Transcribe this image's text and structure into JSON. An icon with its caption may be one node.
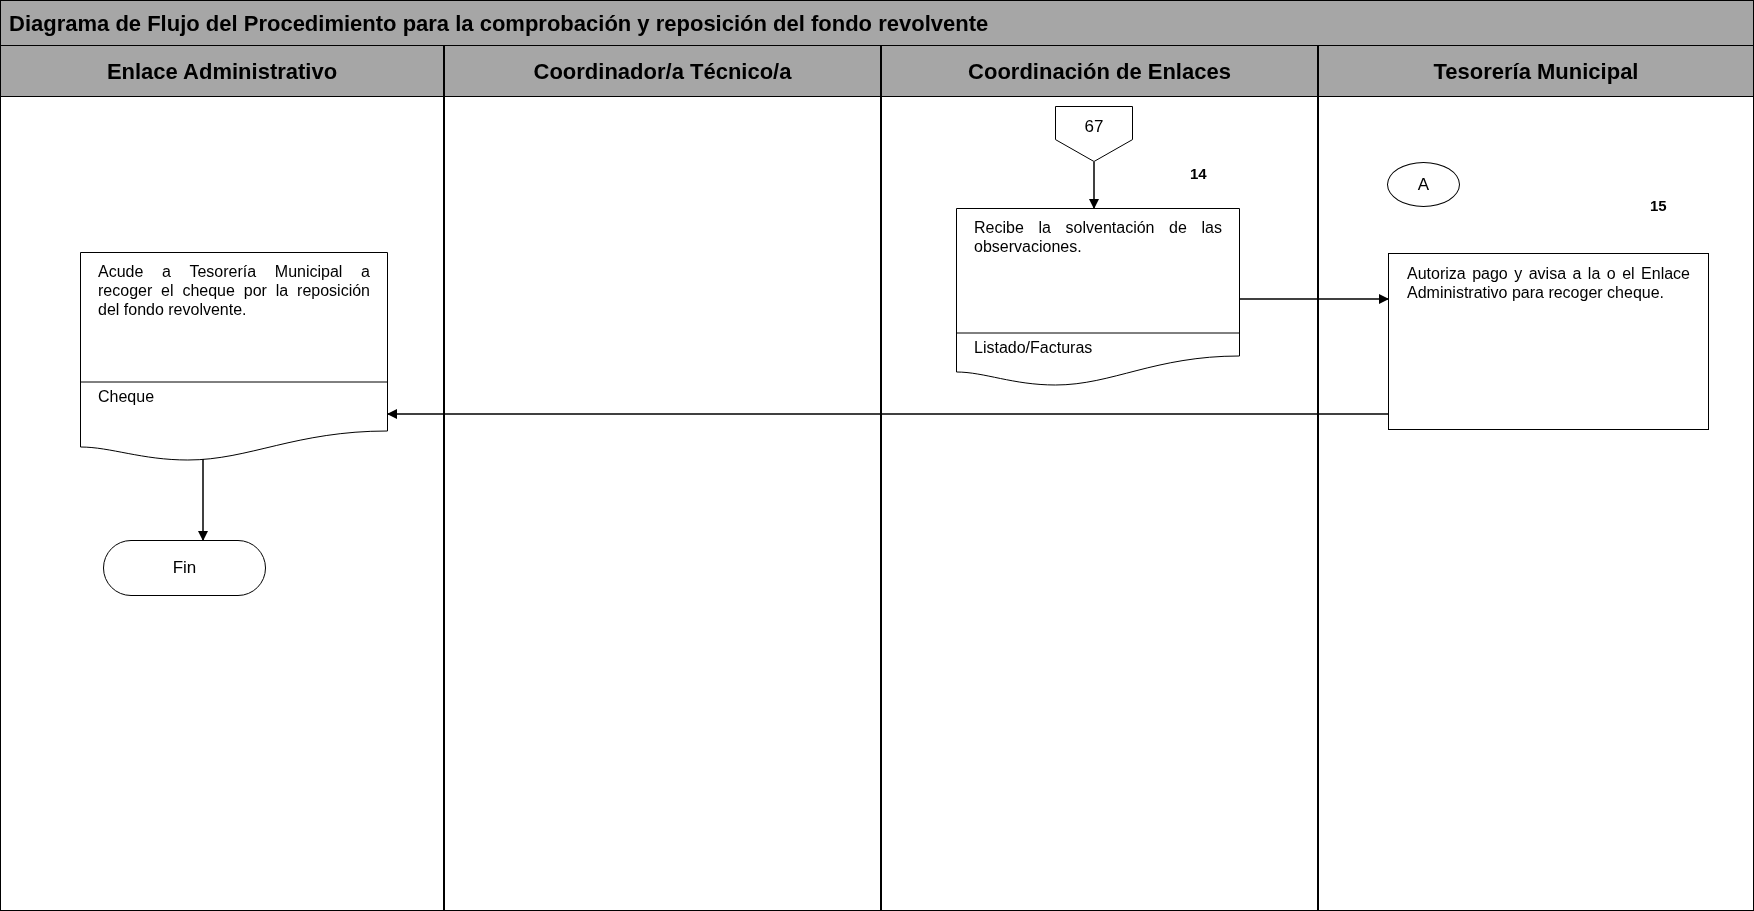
{
  "diagram": {
    "title": "Diagrama de Flujo del Procedimiento para la comprobación y reposición del fondo revolvente",
    "nodes": [
      {
        "text": [
          "Enlace Administrativo"
        ]
      },
      {
        "text": [
          "Coordinador/a Técnico/a"
        ]
      },
      {
        "text": [
          "Coordinación de Enlaces"
        ]
      },
      {
        "text": [
          "Tesorería Municipal"
        ]
      },
      {
        "text": [
          "67"
        ]
      },
      {
        "text": [
          "Recibe la solventación de las observaciones.",
          "Listado/Facturas"
        ],
        "beside": [
          "14"
        ]
      },
      {
        "text": [
          "A"
        ]
      },
      {
        "text": [
          "Autoriza pago y avisa a la o el Enlace Administrativo para recoger cheque."
        ],
        "beside": [
          "15"
        ]
      },
      {
        "text": [
          "Acude a Tesorería Municipal a recoger el cheque por la reposición del fondo revolvente.",
          "Cheque"
        ]
      },
      {
        "text": [
          "Fin"
        ]
      }
    ],
    "edges": [
      {
        "from": 4,
        "to": 5,
        "arrow": "to"
      },
      {
        "from": 5,
        "to": 7,
        "arrow": "to"
      },
      {
        "from": 7,
        "to": 8,
        "arrow": "to"
      },
      {
        "from": 8,
        "to": 9,
        "arrow": "to"
      }
    ]
  }
}
